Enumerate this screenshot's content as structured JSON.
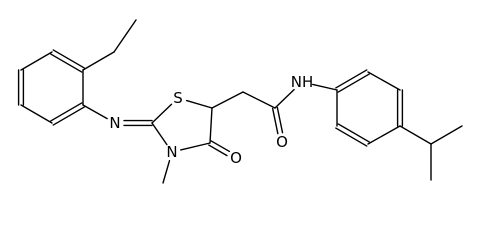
{
  "molecule": {
    "atoms": [
      {
        "id": "a1",
        "label": ""
      },
      {
        "id": "a2",
        "label": ""
      },
      {
        "id": "a3",
        "label": ""
      },
      {
        "id": "a4",
        "label": ""
      },
      {
        "id": "a5",
        "label": ""
      },
      {
        "id": "a6",
        "label": ""
      },
      {
        "id": "a7",
        "label": ""
      },
      {
        "id": "a8",
        "label": ""
      },
      {
        "id": "nim",
        "label": "N"
      },
      {
        "id": "c2",
        "label": ""
      },
      {
        "id": "s1",
        "label": "S"
      },
      {
        "id": "c5",
        "label": ""
      },
      {
        "id": "c4",
        "label": ""
      },
      {
        "id": "n3",
        "label": "N"
      },
      {
        "id": "me",
        "label": ""
      },
      {
        "id": "o4",
        "label": "O"
      },
      {
        "id": "ch2",
        "label": ""
      },
      {
        "id": "cam",
        "label": ""
      },
      {
        "id": "oam",
        "label": "O"
      },
      {
        "id": "nh",
        "label": "NH"
      },
      {
        "id": "p1",
        "label": ""
      },
      {
        "id": "p2",
        "label": ""
      },
      {
        "id": "p3",
        "label": ""
      },
      {
        "id": "p4",
        "label": ""
      },
      {
        "id": "p5",
        "label": ""
      },
      {
        "id": "p6",
        "label": ""
      },
      {
        "id": "ip",
        "label": ""
      },
      {
        "id": "ipm1",
        "label": ""
      },
      {
        "id": "ipm2",
        "label": ""
      }
    ],
    "bonds": [
      {
        "from": "a1",
        "to": "a2",
        "order": 2
      },
      {
        "from": "a2",
        "to": "a3",
        "order": 1
      },
      {
        "from": "a3",
        "to": "a4",
        "order": 2
      },
      {
        "from": "a4",
        "to": "a5",
        "order": 1
      },
      {
        "from": "a5",
        "to": "a6",
        "order": 2
      },
      {
        "from": "a6",
        "to": "a1",
        "order": 1
      },
      {
        "from": "a5",
        "to": "a7",
        "order": 1
      },
      {
        "from": "a7",
        "to": "a8",
        "order": 1
      },
      {
        "from": "a4",
        "to": "nim",
        "order": 1
      },
      {
        "from": "nim",
        "to": "c2",
        "order": 2
      },
      {
        "from": "c2",
        "to": "s1",
        "order": 1
      },
      {
        "from": "s1",
        "to": "c5",
        "order": 1
      },
      {
        "from": "c5",
        "to": "c4",
        "order": 1
      },
      {
        "from": "c4",
        "to": "n3",
        "order": 1
      },
      {
        "from": "n3",
        "to": "c2",
        "order": 1
      },
      {
        "from": "n3",
        "to": "me",
        "order": 1
      },
      {
        "from": "c4",
        "to": "o4",
        "order": 2
      },
      {
        "from": "c5",
        "to": "ch2",
        "order": 1
      },
      {
        "from": "ch2",
        "to": "cam",
        "order": 1
      },
      {
        "from": "cam",
        "to": "oam",
        "order": 2
      },
      {
        "from": "cam",
        "to": "nh",
        "order": 1
      },
      {
        "from": "nh",
        "to": "p1",
        "order": 1
      },
      {
        "from": "p1",
        "to": "p2",
        "order": 2
      },
      {
        "from": "p2",
        "to": "p3",
        "order": 1
      },
      {
        "from": "p3",
        "to": "p4",
        "order": 2
      },
      {
        "from": "p4",
        "to": "p5",
        "order": 1
      },
      {
        "from": "p5",
        "to": "p6",
        "order": 2
      },
      {
        "from": "p6",
        "to": "p1",
        "order": 1
      },
      {
        "from": "p4",
        "to": "ip",
        "order": 1
      },
      {
        "from": "ip",
        "to": "ipm1",
        "order": 1
      },
      {
        "from": "ip",
        "to": "ipm2",
        "order": 1
      }
    ]
  }
}
